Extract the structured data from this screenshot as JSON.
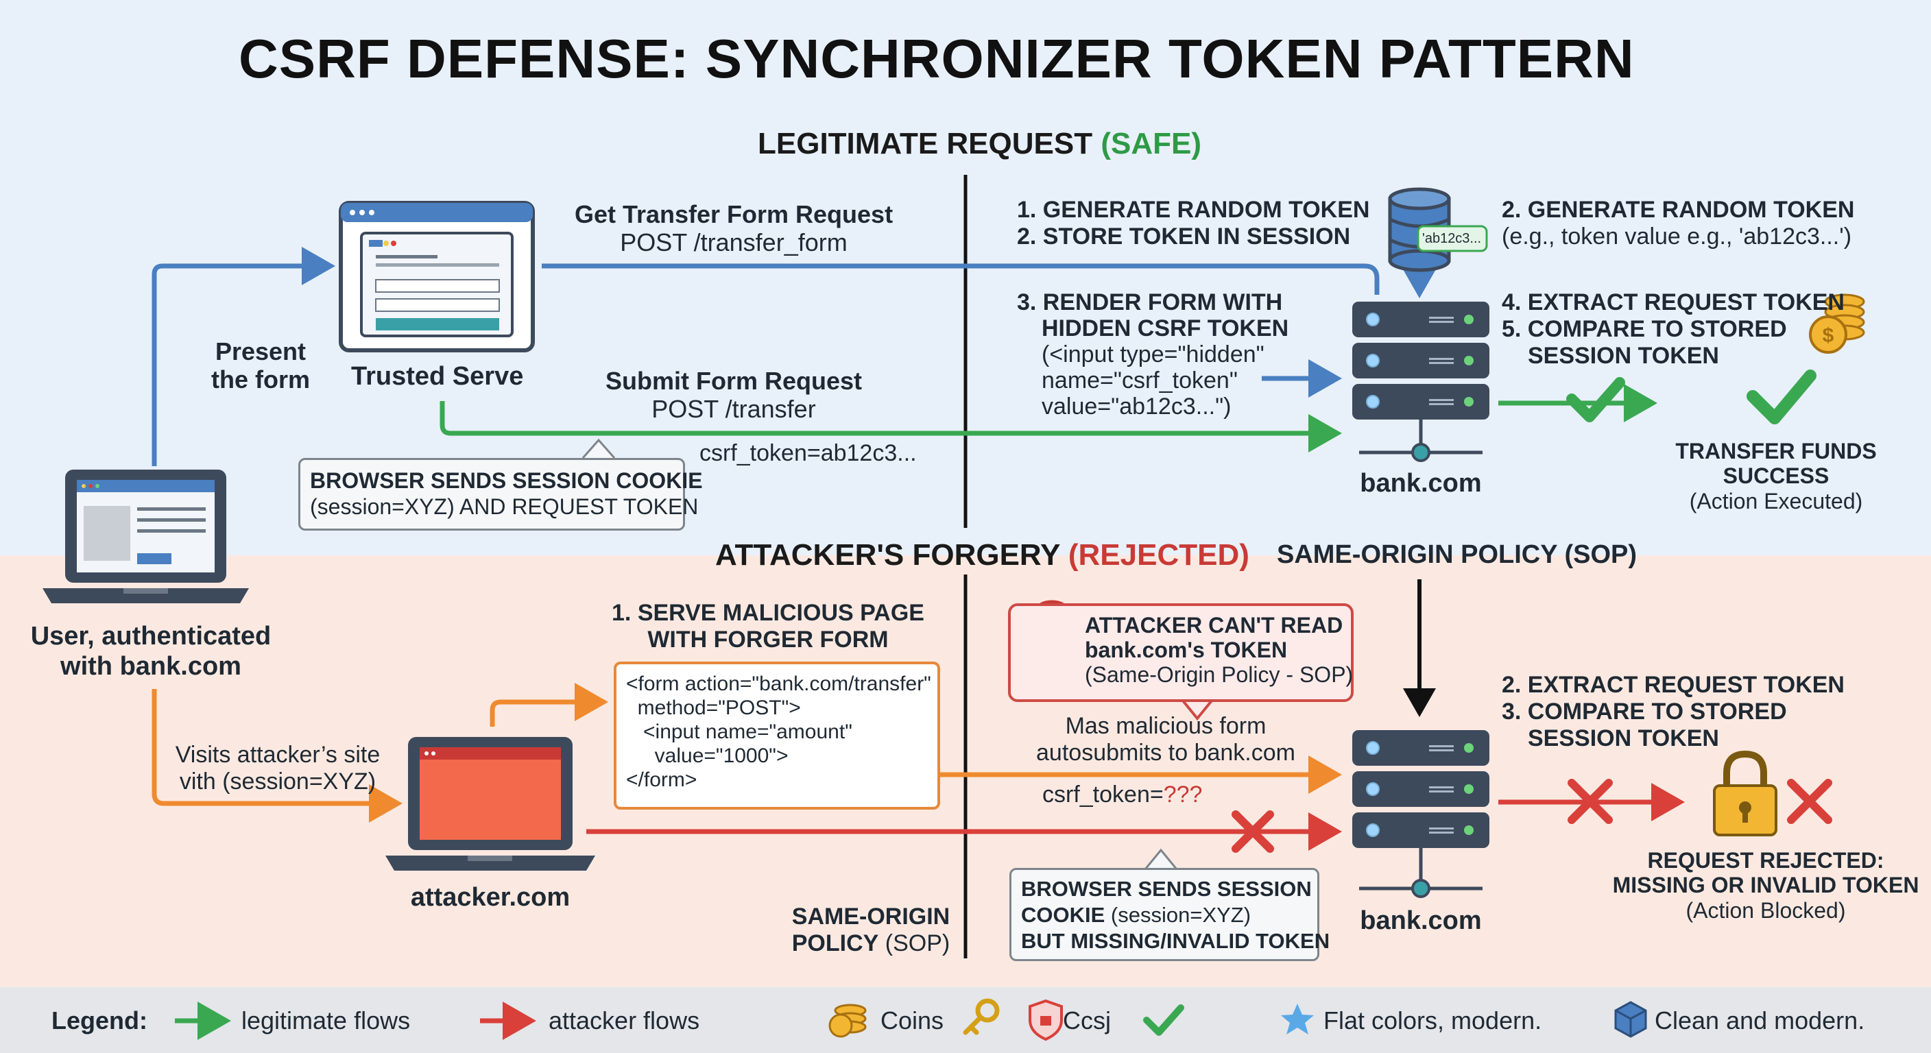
{
  "title": "CSRF DEFENSE: SYNCHRONIZER TOKEN PATTERN",
  "legit": {
    "heading": "LEGITIMATE REQUEST",
    "heading_tag": "(SAFE)",
    "user_label_1": "User, authenticated",
    "user_label_2": "with bank.com",
    "present_1": "Present",
    "present_2": "the form",
    "trusted_server": "Trusted Serve",
    "get_title": "Get Transfer Form Request",
    "get_path": "POST /transfer_form",
    "submit_title": "Submit Form Request",
    "submit_path": "POST /transfer",
    "csrf_param": "csrf_token=ab12c3...",
    "cookie_box_1": "BROWSER SENDS SESSION COOKIE",
    "cookie_box_2": "(session=XYZ) AND REQUEST TOKEN",
    "step_gen": "1. GENERATE RANDOM TOKEN",
    "step_store": "2. STORE TOKEN IN SESSION",
    "step_render_1": "3. RENDER FORM WITH",
    "step_render_2": "HIDDEN CSRF TOKEN",
    "render_code_1": "(<input type=\"hidden\"",
    "render_code_2": "name=\"csrf_token\"",
    "render_code_3": "value=\"ab12c3...\")",
    "db_tag": "'ab12c3...",
    "step_gen2": "2. GENERATE RANDOM TOKEN",
    "step_gen2_sub": "(e.g., token value e.g., 'ab12c3...')",
    "step_extract": "4. EXTRACT REQUEST TOKEN",
    "step_compare_1": "5. COMPARE TO STORED",
    "step_compare_2": "SESSION TOKEN",
    "bank": "bank.com",
    "success_1": "TRANSFER FUNDS",
    "success_2": "SUCCESS",
    "success_3": "(Action Executed)"
  },
  "attack": {
    "heading": "ATTACKER'S FORGERY",
    "heading_tag": "(REJECTED)",
    "sop_top": "SAME-ORIGIN POLICY (SOP)",
    "visits_1": "Visits attacker’s site",
    "visits_2": "vith (session=XYZ)",
    "attacker_site": "attacker.com",
    "serve_1": "1. SERVE MALICIOUS PAGE",
    "serve_2": "WITH FORGER FORM",
    "form_code": [
      "<form action=\"bank.com/transfer\"",
      "  method=\"POST\">",
      "   <input name=\"amount\"",
      "     value=\"1000\">",
      "</form>"
    ],
    "cant_read_1": "ATTACKER CAN'T READ",
    "cant_read_2": "bank.com's TOKEN",
    "cant_read_3": "(Same-Origin Policy - SOP)",
    "malicious_1": "Mas malicious form",
    "malicious_2": "autosubmits to bank.com",
    "csrf_unknown_prefix": "csrf_token=",
    "csrf_unknown_value": "???",
    "sop_bottom_1": "SAME-ORIGIN",
    "sop_bottom_2": "POLICY",
    "sop_bottom_3": "(SOP)",
    "cookie_box_1": "BROWSER SENDS SESSION",
    "cookie_box_2a": "COOKIE",
    "cookie_box_2b": "(session=XYZ)",
    "cookie_box_3": "BUT MISSING/INVALID TOKEN",
    "step_extract": "2. EXTRACT REQUEST TOKEN",
    "step_compare_1": "3. COMPARE TO STORED",
    "step_compare_2": "SESSION TOKEN",
    "bank": "bank.com",
    "rejected_1": "REQUEST REJECTED:",
    "rejected_2": "MISSING OR INVALID TOKEN",
    "rejected_3": "(Action Blocked)"
  },
  "legend": {
    "label": "Legend:",
    "legit": "legitimate flows",
    "attacker": "attacker flows",
    "coins": "Coins",
    "ccsj": "Ccsj",
    "flat": "Flat colors, modern.",
    "clean": "Clean and modern."
  },
  "colors": {
    "blue": "#4a7fc1",
    "green": "#3aa851",
    "orange": "#ef8a2e",
    "red": "#d9403a",
    "server": "#3d4a5c"
  }
}
